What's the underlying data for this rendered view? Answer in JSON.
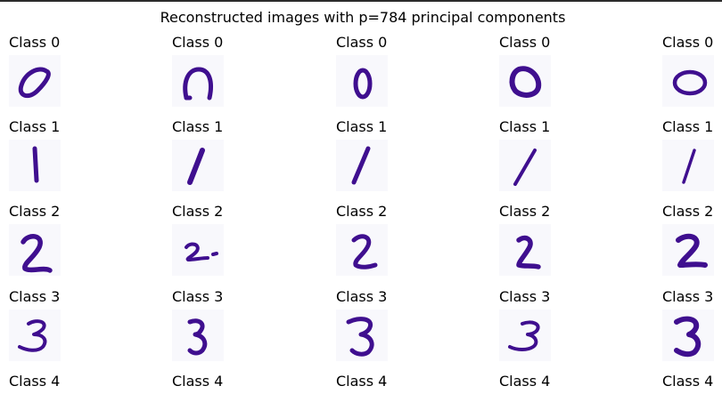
{
  "title": "Reconstructed images with p=784 principal components",
  "digit_color": "#3f0f8f",
  "thumb_bg": "#f8f8fc",
  "rows": [
    {
      "labels": [
        "Class 0",
        "Class 0",
        "Class 0",
        "Class 0",
        "Class 0"
      ]
    },
    {
      "labels": [
        "Class 1",
        "Class 1",
        "Class 1",
        "Class 1",
        "Class 1"
      ]
    },
    {
      "labels": [
        "Class 2",
        "Class 2",
        "Class 2",
        "Class 2",
        "Class 2"
      ]
    },
    {
      "labels": [
        "Class 3",
        "Class 3",
        "Class 3",
        "Class 3",
        "Class 3"
      ]
    },
    {
      "labels": [
        "Class 4",
        "Class 4",
        "Class 4",
        "Class 4",
        "Class 4"
      ]
    }
  ]
}
